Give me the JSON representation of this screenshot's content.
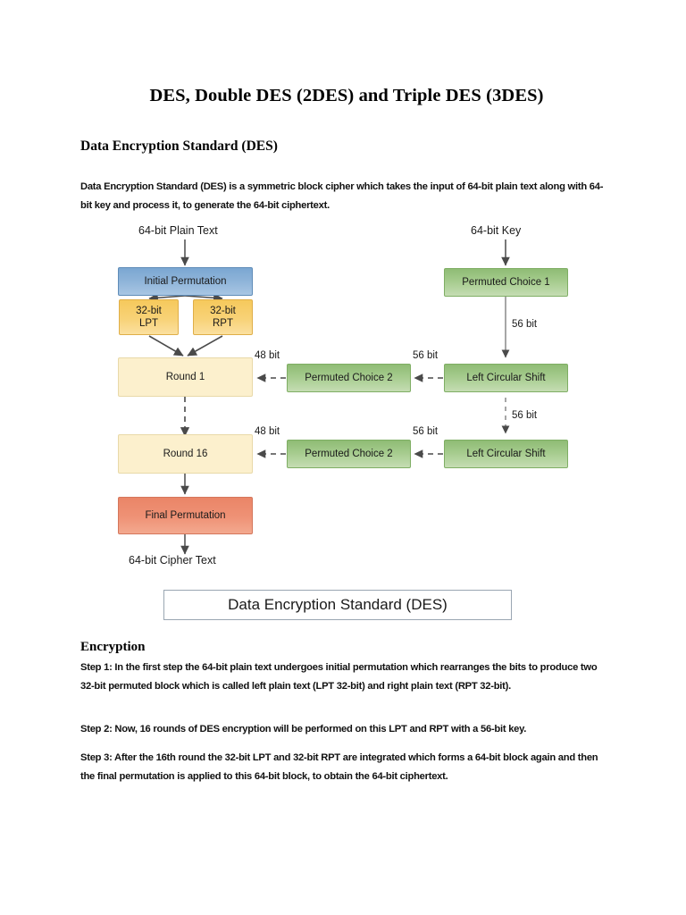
{
  "document": {
    "title": "DES, Double DES (2DES) and Triple DES (3DES)",
    "sections": {
      "des_heading": "Data Encryption Standard (DES)",
      "intro_paragraph": "Data Encryption Standard (DES) is a symmetric block cipher which takes the input of 64-bit plain text along with 64-bit key and process it, to generate the 64-bit ciphertext.",
      "encryption_heading": "Encryption",
      "step1": "Step 1: In the first step the 64-bit plain text undergoes initial permutation which rearranges the bits to produce two 32-bit permuted block which is called left plain text (LPT 32-bit) and right plain text (RPT 32-bit).",
      "step2": "Step 2: Now, 16 rounds of DES encryption will be performed on this LPT and RPT with a 56-bit key.",
      "step3": "Step 3: After the 16th round the 32-bit LPT and 32-bit RPT are integrated which forms a 64-bit block again and then the final permutation is applied to this 64-bit block, to obtain the 64-bit ciphertext."
    }
  },
  "figure": {
    "caption": "Data Encryption Standard (DES)",
    "inputs": {
      "plain_text": "64-bit Plain Text",
      "key": "64-bit Key"
    },
    "output": "64-bit Cipher Text",
    "nodes": {
      "initial_permutation": "Initial Permutation",
      "lpt_line1": "32-bit",
      "lpt_line2": "LPT",
      "rpt_line1": "32-bit",
      "rpt_line2": "RPT",
      "round_1": "Round 1",
      "round_16": "Round 16",
      "final_permutation": "Final Permutation",
      "permuted_choice_1": "Permuted Choice 1",
      "permuted_choice_2_a": "Permuted Choice 2",
      "permuted_choice_2_b": "Permuted Choice 2",
      "left_circular_shift_a": "Left Circular Shift",
      "left_circular_shift_b": "Left Circular Shift"
    },
    "edge_labels": {
      "pc1_to_lcs1": "56 bit",
      "lcs1_to_pc2_1": "56 bit",
      "pc2_1_to_round1": "48 bit",
      "lcs1_to_lcs2": "56 bit",
      "lcs2_to_pc2_2": "56 bit",
      "pc2_2_to_round16": "48 bit"
    },
    "colors": {
      "initial_permutation": "#8fb4d9",
      "lpt_rpt": "#f8d277",
      "rounds": "#fcf0cd",
      "final_permutation": "#ef9276",
      "key_schedule": "#a5cb8d",
      "arrow": "#4a4a4a"
    }
  }
}
